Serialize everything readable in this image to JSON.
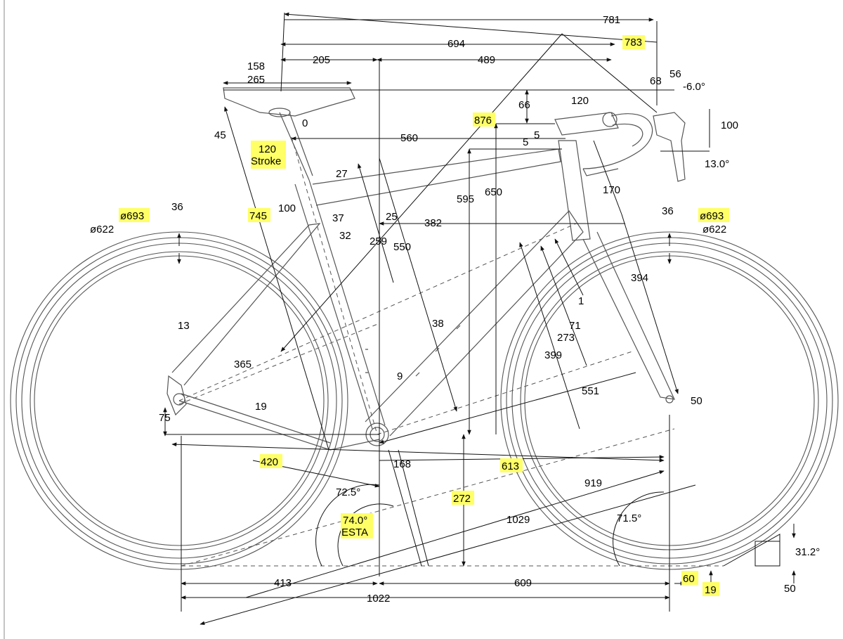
{
  "labels": {
    "l781": "781",
    "l783": "783",
    "l694": "694",
    "l205": "205",
    "l489": "489",
    "l158": "158",
    "l265": "265",
    "l68": "68",
    "l56": "56",
    "l6deg": "-6.0°",
    "l66": "66",
    "l120h": "120",
    "l45": "45",
    "l0": "0",
    "l876": "876",
    "l100a": "100",
    "l560": "560",
    "l5a": "5",
    "l5b": "5",
    "l13deg": "13.0°",
    "l120s": "120",
    "lstroke": "Stroke",
    "l27": "27",
    "l595": "595",
    "l650": "650",
    "l170": "170",
    "l745": "745",
    "l37": "37",
    "l25": "25",
    "l382": "382",
    "l693L": "ø693",
    "l36L": "36",
    "l622L": "ø622",
    "l36R": "36",
    "l693R": "ø693",
    "l622R": "ø622",
    "l100b": "100",
    "l32": "32",
    "l259": "259",
    "l550": "550",
    "l394": "394",
    "l1": "1",
    "l71": "71",
    "l273": "273",
    "l399": "399",
    "l38": "38",
    "l13": "13",
    "l365": "365",
    "l9": "9",
    "l551": "551",
    "l50a": "50",
    "l19a": "19",
    "l75": "75",
    "l420": "420",
    "l168": "168",
    "l613": "613",
    "l919": "919",
    "l725": "72.5°",
    "l272": "272",
    "l74": "74.0°",
    "lesta": "ESTA",
    "l1029": "1029",
    "l715": "71.5°",
    "l312": "31.2°",
    "l413": "413",
    "l609": "609",
    "l60": "60",
    "l19b": "19",
    "l1022": "1022",
    "l50b": "50"
  },
  "colors": {
    "highlight": "#ffff66",
    "line": "#555555",
    "dim": "#111111"
  }
}
